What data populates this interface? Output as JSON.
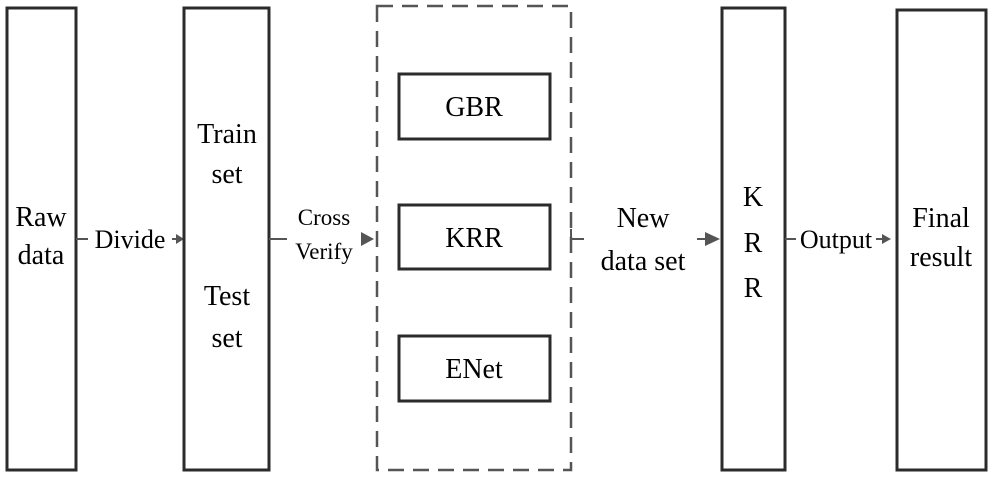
{
  "nodes": {
    "raw_data": {
      "line1": "Raw",
      "line2": "data"
    },
    "split_sets": {
      "train_line1": "Train",
      "train_line2": "set",
      "test_line1": "Test",
      "test_line2": "set"
    },
    "models": {
      "gbr": "GBR",
      "krr": "KRR",
      "enet": "ENet"
    },
    "meta_model": {
      "letter1": "K",
      "letter2": "R",
      "letter3": "R"
    },
    "final_result": {
      "line1": "Final",
      "line2": "result"
    }
  },
  "edges": {
    "divide": "Divide",
    "cross_verify_line1": "Cross",
    "cross_verify_line2": "Verify",
    "new_data_set_line1": "New",
    "new_data_set_line2": "data set",
    "output": "Output"
  },
  "colors": {
    "box_stroke": "#2b2b2b",
    "connector": "#555555",
    "text": "#1a1a1a"
  }
}
